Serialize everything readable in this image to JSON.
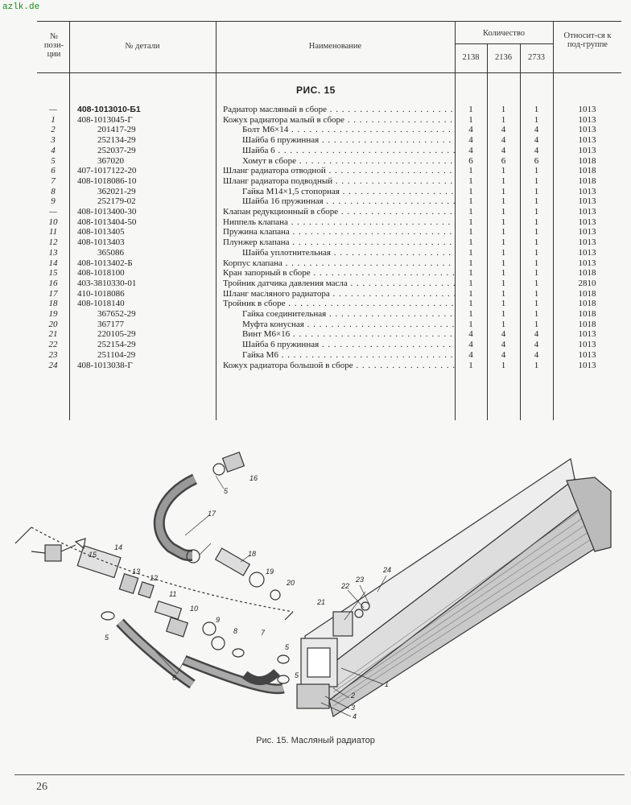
{
  "watermark": "azlk.de",
  "headers": {
    "pos": "№ пози-ции",
    "part": "№ детали",
    "name": "Наименование",
    "qty": "Количество",
    "q1": "2138",
    "q2": "2136",
    "q3": "2733",
    "group": "Относит-ся к под-группе"
  },
  "figure_title": "РИС. 15",
  "rows": [
    {
      "pos": "—",
      "part": "408-1013010-Б1",
      "name": "Радиатор масляный в сборе",
      "q": [
        "1",
        "1",
        "1"
      ],
      "group": "1013",
      "ip": false,
      "in": false,
      "bold": true
    },
    {
      "pos": "1",
      "part": "408-1013045-Г",
      "name": "Кожух радиатора малый в сборе",
      "q": [
        "1",
        "1",
        "1"
      ],
      "group": "1013",
      "ip": false,
      "in": false
    },
    {
      "pos": "2",
      "part": "201417-29",
      "name": "Болт М6×14",
      "q": [
        "4",
        "4",
        "4"
      ],
      "group": "1013",
      "ip": true,
      "in": true
    },
    {
      "pos": "3",
      "part": "252134-29",
      "name": "Шайба 6 пружинная",
      "q": [
        "4",
        "4",
        "4"
      ],
      "group": "1013",
      "ip": true,
      "in": true
    },
    {
      "pos": "4",
      "part": "252037-29",
      "name": "Шайба 6",
      "q": [
        "4",
        "4",
        "4"
      ],
      "group": "1013",
      "ip": true,
      "in": true
    },
    {
      "pos": "5",
      "part": "367020",
      "name": "Хомут в сборе",
      "q": [
        "6",
        "6",
        "6"
      ],
      "group": "1018",
      "ip": true,
      "in": true
    },
    {
      "pos": "6",
      "part": "407-1017122-20",
      "name": "Шланг радиатора отводной",
      "q": [
        "1",
        "1",
        "1"
      ],
      "group": "1018",
      "ip": false,
      "in": false
    },
    {
      "pos": "7",
      "part": "408-1018086-10",
      "name": "Шланг радиатора подводный",
      "q": [
        "1",
        "1",
        "1"
      ],
      "group": "1018",
      "ip": false,
      "in": false
    },
    {
      "pos": "8",
      "part": "362021-29",
      "name": "Гайка М14×1,5 стопорная",
      "q": [
        "1",
        "1",
        "1"
      ],
      "group": "1013",
      "ip": true,
      "in": true
    },
    {
      "pos": "9",
      "part": "252179-02",
      "name": "Шайба 16 пружинная",
      "q": [
        "1",
        "1",
        "1"
      ],
      "group": "1013",
      "ip": true,
      "in": true
    },
    {
      "pos": "—",
      "part": "408-1013400-30",
      "name": "Клапан редукционный в сборе",
      "q": [
        "1",
        "1",
        "1"
      ],
      "group": "1013",
      "ip": false,
      "in": false
    },
    {
      "pos": "10",
      "part": "408-1013404-50",
      "name": "Ниппель клапана",
      "q": [
        "1",
        "1",
        "1"
      ],
      "group": "1013",
      "ip": false,
      "in": false
    },
    {
      "pos": "11",
      "part": "408-1013405",
      "name": "Пружина клапана",
      "q": [
        "1",
        "1",
        "1"
      ],
      "group": "1013",
      "ip": false,
      "in": false
    },
    {
      "pos": "12",
      "part": "408-1013403",
      "name": "Плунжер клапана",
      "q": [
        "1",
        "1",
        "1"
      ],
      "group": "1013",
      "ip": false,
      "in": false
    },
    {
      "pos": "13",
      "part": "365086",
      "name": "Шайба уплотнительная",
      "q": [
        "1",
        "1",
        "1"
      ],
      "group": "1013",
      "ip": true,
      "in": true
    },
    {
      "pos": "14",
      "part": "408-1013402-Б",
      "name": "Корпус клапана",
      "q": [
        "1",
        "1",
        "1"
      ],
      "group": "1013",
      "ip": false,
      "in": false
    },
    {
      "pos": "15",
      "part": "408-1018100",
      "name": "Кран запорный в сборе",
      "q": [
        "1",
        "1",
        "1"
      ],
      "group": "1018",
      "ip": false,
      "in": false
    },
    {
      "pos": "16",
      "part": "403-3810330-01",
      "name": "Тройник датчика давления масла",
      "q": [
        "1",
        "1",
        "1"
      ],
      "group": "2810",
      "ip": false,
      "in": false
    },
    {
      "pos": "17",
      "part": "410-1018086",
      "name": "Шланг масляного радиатора",
      "q": [
        "1",
        "1",
        "1"
      ],
      "group": "1018",
      "ip": false,
      "in": false
    },
    {
      "pos": "18",
      "part": "408-1018140",
      "name": "Тройник в сборе",
      "q": [
        "1",
        "1",
        "1"
      ],
      "group": "1018",
      "ip": false,
      "in": false
    },
    {
      "pos": "19",
      "part": "367652-29",
      "name": "Гайка соединительная",
      "q": [
        "1",
        "1",
        "1"
      ],
      "group": "1018",
      "ip": true,
      "in": true
    },
    {
      "pos": "20",
      "part": "367177",
      "name": "Муфта конусная",
      "q": [
        "1",
        "1",
        "1"
      ],
      "group": "1018",
      "ip": true,
      "in": true
    },
    {
      "pos": "21",
      "part": "220105-29",
      "name": "Винт М6×16",
      "q": [
        "4",
        "4",
        "4"
      ],
      "group": "1013",
      "ip": true,
      "in": true
    },
    {
      "pos": "22",
      "part": "252154-29",
      "name": "Шайба 6 пружинная",
      "q": [
        "4",
        "4",
        "4"
      ],
      "group": "1013",
      "ip": true,
      "in": true
    },
    {
      "pos": "23",
      "part": "251104-29",
      "name": "Гайка М6",
      "q": [
        "4",
        "4",
        "4"
      ],
      "group": "1013",
      "ip": true,
      "in": true
    },
    {
      "pos": "24",
      "part": "408-1013038-Г",
      "name": "Кожух радиатора большой в сборе",
      "q": [
        "1",
        "1",
        "1"
      ],
      "group": "1013",
      "ip": false,
      "in": false
    }
  ],
  "callouts": [
    "1",
    "2",
    "3",
    "4",
    "5",
    "6",
    "7",
    "8",
    "9",
    "10",
    "11",
    "12",
    "13",
    "14",
    "15",
    "16",
    "17",
    "18",
    "19",
    "20",
    "21",
    "22",
    "23",
    "24"
  ],
  "caption": "Рис. 15. Масляный радиатор",
  "page_number": "26"
}
